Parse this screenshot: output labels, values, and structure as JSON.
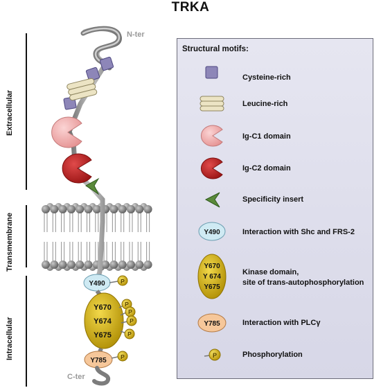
{
  "title": "TRKA",
  "terminals": {
    "n_ter": "N-ter",
    "c_ter": "C-ter"
  },
  "regions": {
    "extracellular": "Extracellular",
    "transmembrane": "Transmembrane",
    "intracellular": "Intracellular"
  },
  "diagram": {
    "y490": "Y490",
    "y670": "Y670",
    "y674": "Y674",
    "y675": "Y675",
    "y785": "Y785",
    "phospho": "P"
  },
  "legend": {
    "title": "Structural motifs:",
    "items": [
      {
        "label": "Cysteine-rich"
      },
      {
        "label": "Leucine-rich"
      },
      {
        "label": "Ig-C1 domain"
      },
      {
        "label": "Ig-C2 domain"
      },
      {
        "label": "Specificity insert"
      },
      {
        "symbol": "Y490",
        "label": "Interaction with Shc and FRS-2"
      },
      {
        "symbol_lines": [
          "Y670",
          "Y 674",
          "Y675"
        ],
        "label_lines": [
          "Kinase domain,",
          "site of trans-autophosphorylation"
        ]
      },
      {
        "symbol": "Y785",
        "label": "Interaction with PLCγ"
      },
      {
        "symbol": "P",
        "label": "Phosphorylation"
      }
    ]
  },
  "colors": {
    "cysteine": "#8d86b8",
    "leucine": "#ece4c4",
    "ig_c1": "#f3b3b3",
    "ig_c2": "#c42a2a",
    "specificity": "#5a8a3a",
    "y490": "#cfeaf3",
    "kinase": "#d8b410",
    "y785": "#f6c79a",
    "phospho": "#d9b618",
    "backbone": "#808080"
  }
}
